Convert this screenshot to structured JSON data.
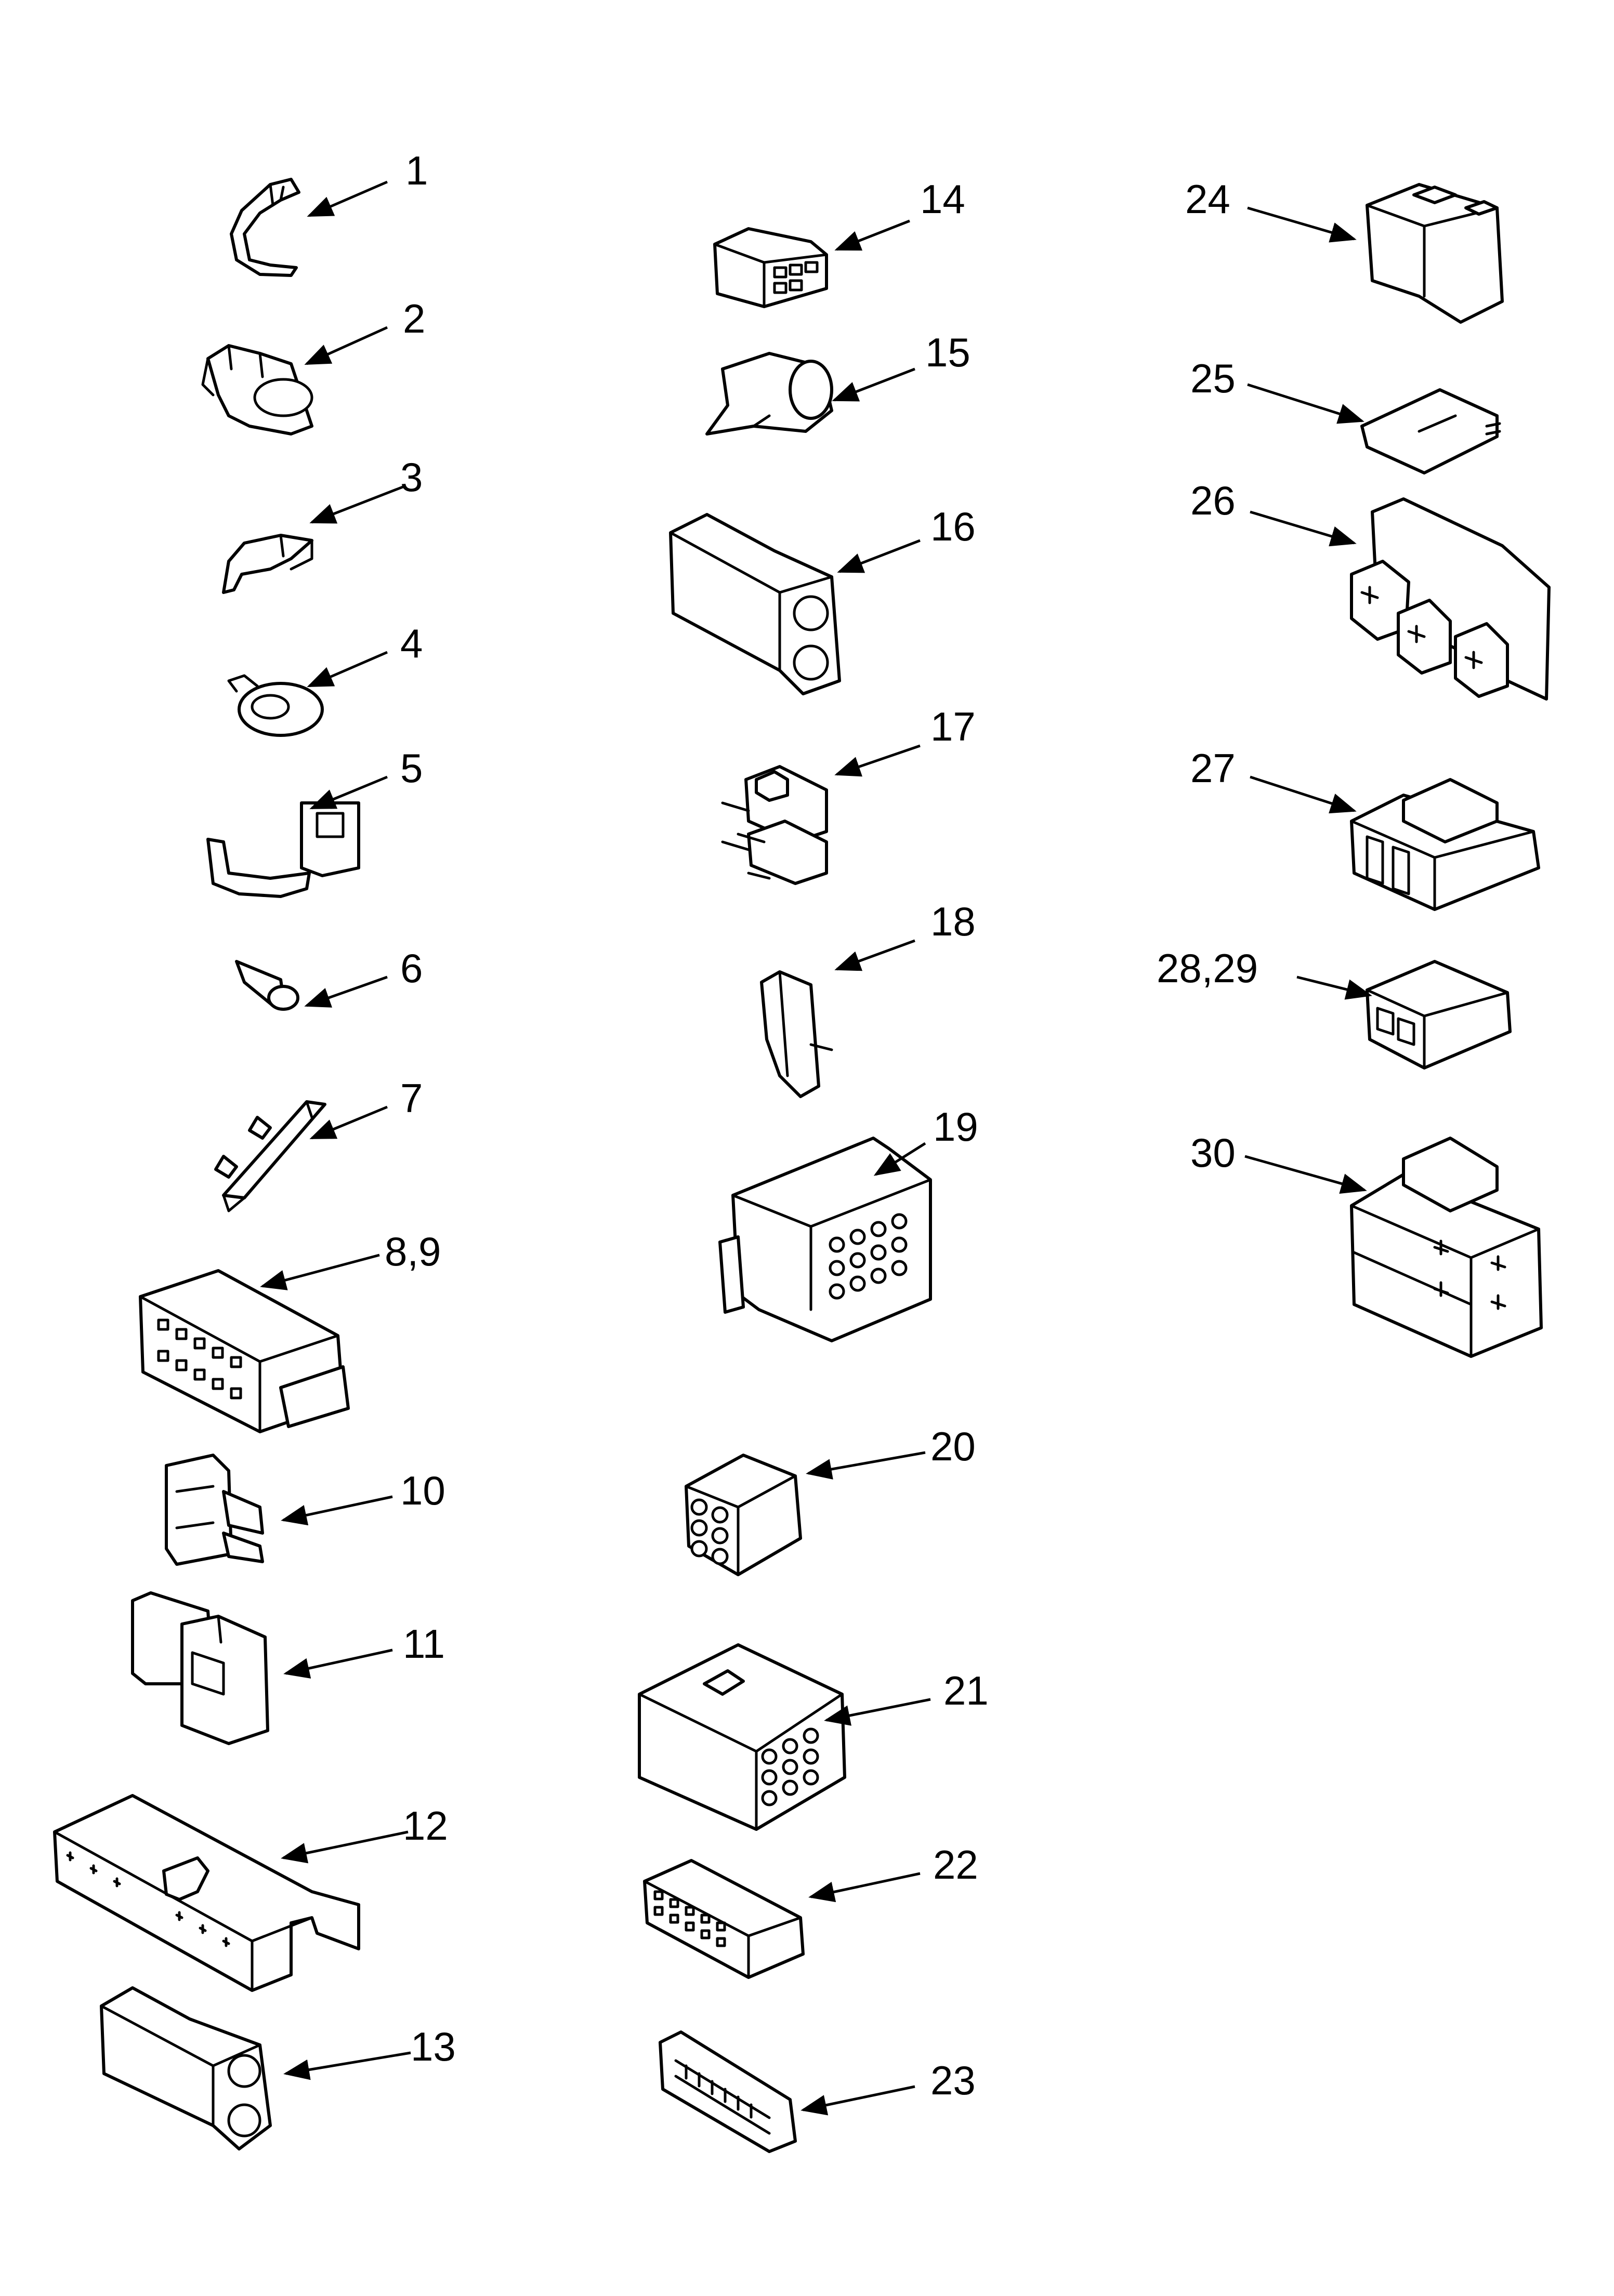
{
  "diagram": {
    "callouts": {
      "c1": "1",
      "c2": "2",
      "c3": "3",
      "c4": "4",
      "c5": "5",
      "c6": "6",
      "c7": "7",
      "c8_9": "8,9",
      "c10": "10",
      "c11": "11",
      "c12": "12",
      "c13": "13",
      "c14": "14",
      "c15": "15",
      "c16": "16",
      "c17": "17",
      "c18": "18",
      "c19": "19",
      "c20": "20",
      "c21": "21",
      "c22": "22",
      "c23": "23",
      "c24": "24",
      "c25": "25",
      "c26": "26",
      "c27": "27",
      "c28_29": "28,29",
      "c30": "30"
    }
  }
}
